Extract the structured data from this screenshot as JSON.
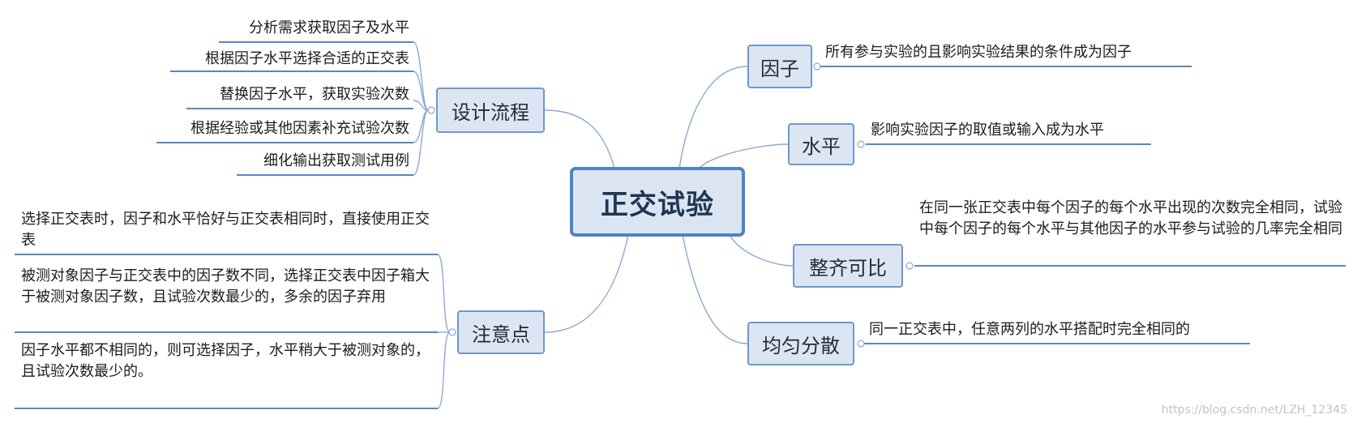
{
  "root": {
    "label": "正交试验"
  },
  "branches": {
    "design": {
      "label": "设计流程",
      "items": [
        "分析需求获取因子及水平",
        "根据因子水平选择合适的正交表",
        "替换因子水平，获取实验次数",
        "根据经验或其他因素补充试验次数",
        "细化输出获取测试用例"
      ]
    },
    "notes": {
      "label": "注意点",
      "items": [
        "选择正交表时，因子和水平恰好与正交表相同时，直接使用正交表",
        "被测对象因子与正交表中的因子数不同，选择正交表中因子箱大于被测对象因子数，且试验次数最少的，多余的因子弃用",
        "因子水平都不相同的，则可选择因子，水平稍大于被测对象的，且试验次数最少的。"
      ]
    },
    "factor": {
      "label": "因子",
      "desc": "所有参与实验的且影响实验结果的条件成为因子"
    },
    "level": {
      "label": "水平",
      "desc": "影响实验因子的取值或输入成为水平"
    },
    "orthogonal": {
      "label": "整齐可比",
      "desc": "在同一张正交表中每个因子的每个水平出现的次数完全相同，试验中每个因子的每个水平与其他因子的水平参与试验的几率完全相同"
    },
    "uniform": {
      "label": "均匀分散",
      "desc": "同一正交表中，任意两列的水平搭配时完全相同的"
    }
  },
  "watermark": "https://blog.csdn.net/LZH_12345",
  "colors": {
    "connector": "#8aa9d4",
    "underline": "#5b86c2",
    "node_border": "#6f98cc",
    "node_fill": "#dce6f3"
  }
}
